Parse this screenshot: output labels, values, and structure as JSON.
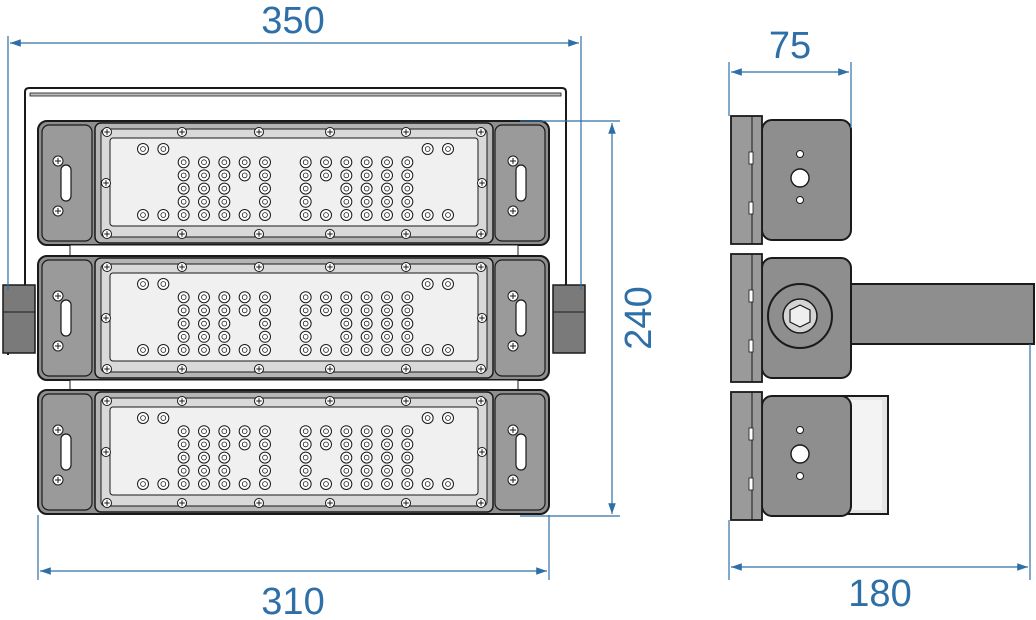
{
  "dimensions": {
    "overall_width": "350",
    "body_width": "310",
    "height": "240",
    "depth": "75",
    "bracket_depth": "180"
  },
  "colors": {
    "dimension": "#2e6fa8",
    "housing": "#8e8e8e",
    "housing_dark": "#5f5f5f",
    "lens": "#f0f0f0",
    "outline": "#1a1a1a"
  },
  "front_view": {
    "module_count": 3,
    "led_pattern": [
      [
        1,
        1,
        0,
        0,
        0,
        0,
        0,
        0,
        0,
        0,
        0,
        0,
        0,
        0,
        1,
        1
      ],
      [
        0,
        0,
        1,
        1,
        1,
        1,
        1,
        0,
        1,
        1,
        1,
        1,
        1,
        1,
        0,
        0
      ],
      [
        0,
        0,
        1,
        1,
        1,
        1,
        1,
        0,
        1,
        1,
        1,
        1,
        1,
        1,
        0,
        0
      ],
      [
        0,
        0,
        1,
        1,
        1,
        0,
        1,
        0,
        1,
        0,
        1,
        1,
        1,
        1,
        0,
        0
      ],
      [
        0,
        0,
        1,
        1,
        1,
        0,
        1,
        0,
        1,
        0,
        1,
        1,
        1,
        1,
        0,
        0
      ],
      [
        1,
        1,
        1,
        1,
        1,
        1,
        1,
        0,
        1,
        1,
        1,
        1,
        1,
        1,
        1,
        1
      ]
    ]
  }
}
